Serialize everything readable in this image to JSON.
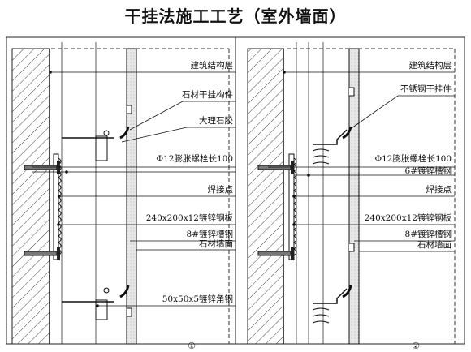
{
  "title": "干挂法施工工艺（室外墙面）",
  "left": {
    "number": "①",
    "labels": {
      "structure": "建筑结构层",
      "hanger": "石材干挂构件",
      "glue": "大理石胶",
      "bolt": "Φ12膨胀螺栓长100",
      "weld": "焊接点",
      "plate": "240x200x12镀锌钢板",
      "channel": "8#镀锌槽钢",
      "stone": "石材墙面",
      "angle": "50x50x5镀锌角钢"
    }
  },
  "right": {
    "number": "②",
    "labels": {
      "structure": "建筑结构层",
      "hanger": "不锈钢干挂件",
      "bolt": "Φ12膨胀螺栓长100",
      "channel6": "6#镀锌槽钢",
      "weld": "焊接点",
      "plate": "240x200x12镀锌钢板",
      "channel8": "8#镀锌槽钢",
      "stone": "石材墙面"
    }
  }
}
